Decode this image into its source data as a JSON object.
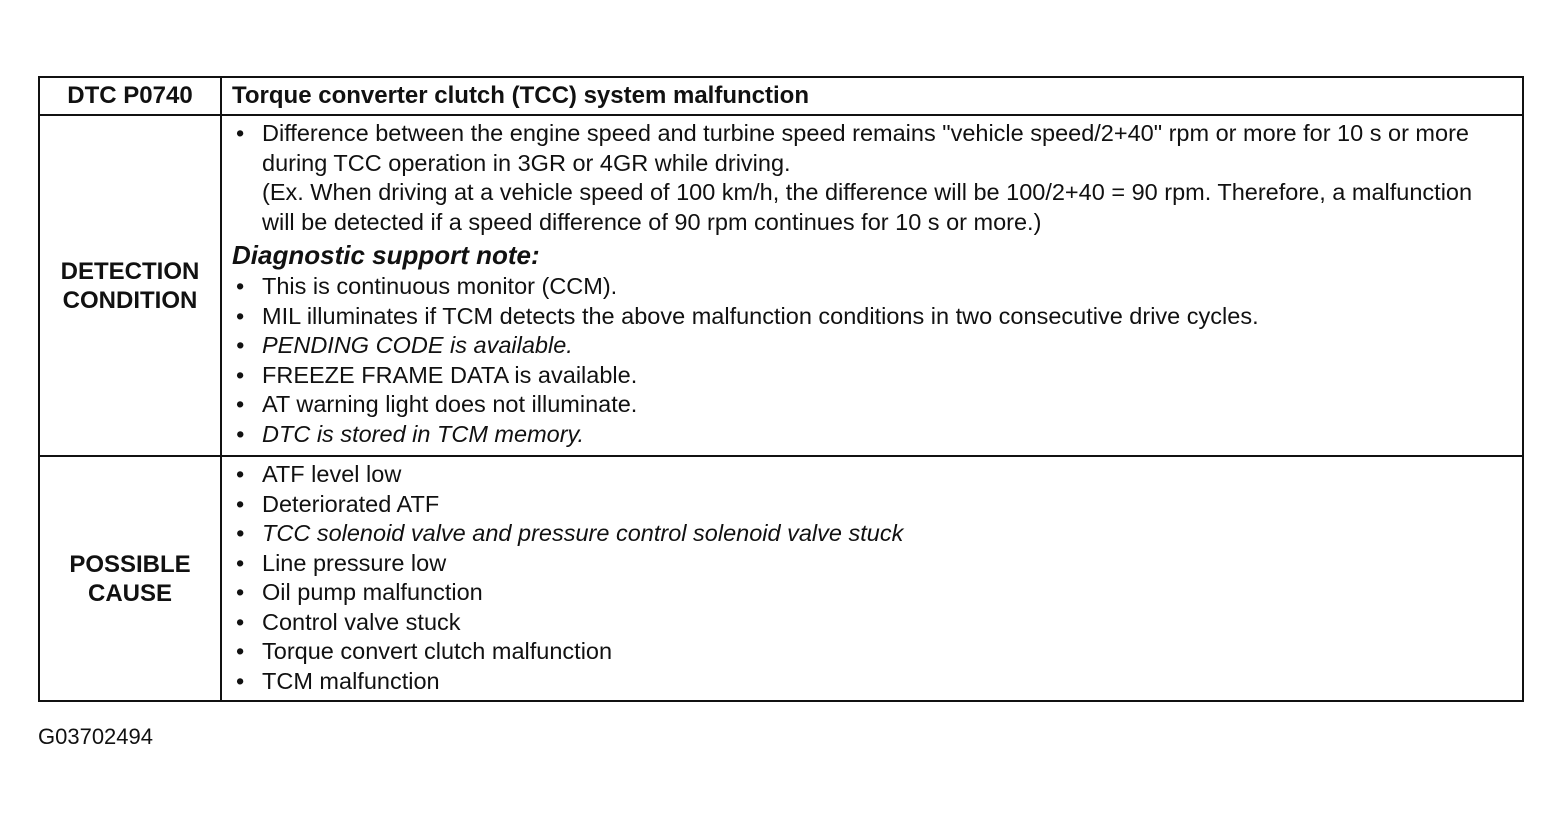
{
  "header": {
    "code": "DTC P0740",
    "title": "Torque converter clutch (TCC) system malfunction"
  },
  "detection": {
    "label_line1": "DETECTION",
    "label_line2": "CONDITION",
    "bullet_main": "Difference between the engine speed and turbine speed remains \"vehicle speed/2+40\" rpm or more for 10 s or more during TCC operation in 3GR or 4GR while driving.",
    "example": "(Ex. When driving at a vehicle speed of 100 km/h, the difference will be 100/2+40 = 90 rpm. Therefore, a malfunction will be detected if a speed difference of 90 rpm continues for 10 s or more.)",
    "note_title": "Diagnostic support note:",
    "notes": [
      "This is continuous monitor (CCM).",
      "MIL illuminates if TCM detects the above malfunction conditions in two consecutive drive cycles.",
      "PENDING CODE is available.",
      "FREEZE FRAME DATA is available.",
      "AT warning light does not illuminate.",
      "DTC is stored in TCM memory."
    ]
  },
  "possible_cause": {
    "label_line1": "POSSIBLE",
    "label_line2": "CAUSE",
    "causes": [
      "ATF level low",
      "Deteriorated ATF",
      "TCC solenoid valve and pressure control solenoid valve stuck",
      "Line pressure low",
      "Oil pump malfunction",
      "Control valve stuck",
      "Torque convert clutch malfunction",
      "TCM malfunction"
    ]
  },
  "footer": {
    "figure_code": "G03702494"
  }
}
